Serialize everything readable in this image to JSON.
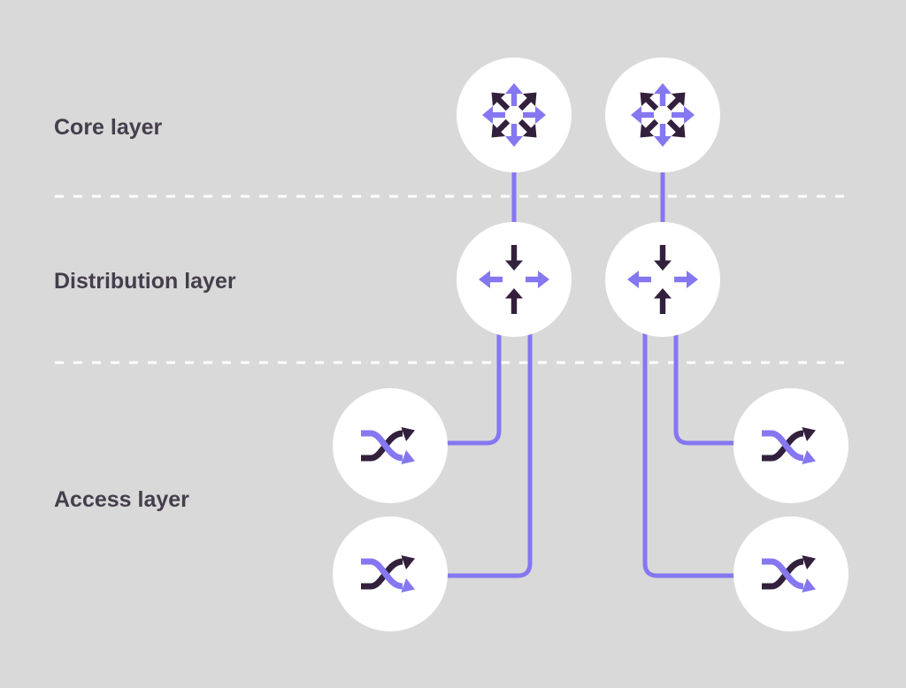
{
  "layers": [
    {
      "id": "core",
      "label": "Core layer",
      "nodes": [
        "core-router-1",
        "core-router-2"
      ]
    },
    {
      "id": "distribution",
      "label": "Distribution layer",
      "nodes": [
        "distribution-router-1",
        "distribution-router-2"
      ]
    },
    {
      "id": "access",
      "label": "Access layer",
      "nodes": [
        "access-switch-1",
        "access-switch-2",
        "access-switch-3",
        "access-switch-4"
      ]
    }
  ],
  "icons": {
    "core": "omnidirectional-arrows-icon",
    "distribution": "converging-arrows-icon",
    "access": "shuffle-arrows-icon"
  },
  "connections": [
    {
      "from": "core-router-1",
      "to": "distribution-router-1"
    },
    {
      "from": "core-router-2",
      "to": "distribution-router-2"
    },
    {
      "from": "distribution-router-1",
      "to": "access-switch-1"
    },
    {
      "from": "distribution-router-1",
      "to": "access-switch-2"
    },
    {
      "from": "distribution-router-2",
      "to": "access-switch-3"
    },
    {
      "from": "distribution-router-2",
      "to": "access-switch-4"
    }
  ],
  "colors": {
    "bg": "#d9d9d9",
    "node": "#ffffff",
    "accent": "#8577f0",
    "dark": "#33203c",
    "label": "#453e4c",
    "separator": "#ffffff"
  }
}
